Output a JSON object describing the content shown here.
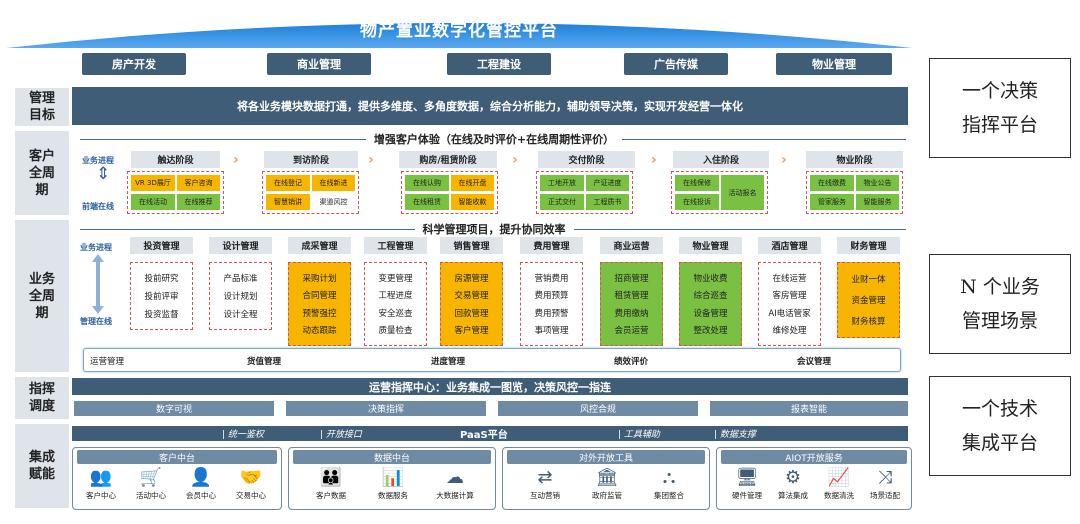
{
  "title": "物产置业数字化管控平台",
  "modules": [
    "房产开发",
    "商业管理",
    "工程建设",
    "广告传媒",
    "物业管理"
  ],
  "left_labels": [
    "管理\n目标",
    "客户\n全周\n期",
    "业务\n全周\n期",
    "指挥\n调度",
    "集成\n赋能"
  ],
  "goal_text": "将各业务模块数据打通，提供多维度、多角度数据，综合分析能力，辅助领导决策，实现开发经营一体化",
  "customer": {
    "heading": "增强客户体验（在线及时评价+在线周期性评价）",
    "tag_top": "业务进程",
    "tag_bottom": "前端在线",
    "stages": [
      {
        "name": "触达阶段",
        "cells": [
          "VR 3D展厅",
          "客户咨询",
          "在线活动",
          "在线推荐"
        ]
      },
      {
        "name": "到访阶段",
        "cells": [
          "在线登记",
          "在线新进",
          "智慧销讲",
          "渠道风控"
        ]
      },
      {
        "name": "购房/租赁阶段",
        "cells": [
          "在线认购",
          "在线开盘",
          "在线租赁",
          "智能收款"
        ]
      },
      {
        "name": "交付阶段",
        "cells": [
          "工地开放",
          "产证进度",
          "正式交付",
          "工程质书"
        ]
      },
      {
        "name": "入住阶段",
        "cells": [
          "在线保修",
          "活动报名",
          "在线投诉"
        ]
      },
      {
        "name": "物业阶段",
        "cells": [
          "在线缴费",
          "物业公告",
          "管家服务",
          "智能服务"
        ]
      }
    ]
  },
  "business": {
    "heading": "科学管理项目，提升协同效率",
    "tag_top": "业务进程",
    "tag_bottom": "管理在线",
    "columns": [
      {
        "name": "投资管理",
        "items": [
          "投前研究",
          "投前评审",
          "投资监督"
        ]
      },
      {
        "name": "设计管理",
        "items": [
          "产品标准",
          "设计规划",
          "设计全程"
        ]
      },
      {
        "name": "成采管理",
        "items": [
          "采购计划",
          "合同管理",
          "预警强控",
          "动态跟踪"
        ]
      },
      {
        "name": "工程管理",
        "items": [
          "变更管理",
          "工程进度",
          "安全巡查",
          "质量检查"
        ]
      },
      {
        "name": "销售管理",
        "items": [
          "房源管理",
          "交易管理",
          "回款管理",
          "客户管理"
        ]
      },
      {
        "name": "费用管理",
        "items": [
          "营销费用",
          "费用预算",
          "费用预警",
          "事项管理"
        ]
      },
      {
        "name": "商业运营",
        "items": [
          "招商管理",
          "租赁管理",
          "费用缴纳",
          "会员运营"
        ]
      },
      {
        "name": "物业管理",
        "items": [
          "物业收费",
          "综合巡查",
          "设备管理",
          "整改处理"
        ]
      },
      {
        "name": "酒店管理",
        "items": [
          "在线运营",
          "客房管理",
          "AI电话管家",
          "维修处理"
        ]
      },
      {
        "name": "财务管理",
        "items": [
          "业财一体",
          "资金管理",
          "财务核算"
        ]
      }
    ],
    "ops_label": "运营管理",
    "ops_items": [
      "货值管理",
      "进度管理",
      "绩效评价",
      "会议管理"
    ]
  },
  "command": {
    "bar": "运营指挥中心：业务集成一图览，决策风控一指连",
    "subs": [
      "数字可视",
      "决策指挥",
      "风控合规",
      "报表智能"
    ]
  },
  "integration": {
    "paas": "PaaS平台",
    "paas_items": [
      "| 统一鉴权",
      "| 开放接口",
      "| 工具辅助",
      "| 数据支撑"
    ],
    "groups": [
      {
        "title": "客户中台",
        "items": [
          {
            "icon": "users-icon",
            "glyph": "👥",
            "label": "客户中心"
          },
          {
            "icon": "cart-icon",
            "glyph": "🛒",
            "label": "活动中心"
          },
          {
            "icon": "member-icon",
            "glyph": "👤",
            "label": "会员中心"
          },
          {
            "icon": "handshake-icon",
            "glyph": "🤝",
            "label": "交易中心"
          }
        ]
      },
      {
        "title": "数据中台",
        "items": [
          {
            "icon": "people-data-icon",
            "glyph": "👪",
            "label": "客户数据"
          },
          {
            "icon": "chart-icon",
            "glyph": "📊",
            "label": "数据服务"
          },
          {
            "icon": "cloud-icon",
            "glyph": "☁",
            "label": "大数据计算"
          }
        ]
      },
      {
        "title": "对外开放工具",
        "items": [
          {
            "icon": "exchange-icon",
            "glyph": "⇄",
            "label": "互动营销"
          },
          {
            "icon": "gov-icon",
            "glyph": "🏛",
            "label": "政府监管"
          },
          {
            "icon": "org-icon",
            "glyph": "⛬",
            "label": "集团整合"
          }
        ]
      },
      {
        "title": "AIOT开放服务",
        "items": [
          {
            "icon": "monitor-icon",
            "glyph": "🖥",
            "label": "硬件管理"
          },
          {
            "icon": "algo-icon",
            "glyph": "⚙",
            "label": "算法集成"
          },
          {
            "icon": "clean-icon",
            "glyph": "📈",
            "label": "数据清洗"
          },
          {
            "icon": "shuffle-icon",
            "glyph": "⤨",
            "label": "场景适配"
          }
        ]
      }
    ]
  },
  "right_boxes": [
    {
      "line1": "一个决策",
      "line2": "指挥平台"
    },
    {
      "line1": "N 个业务",
      "line2": "管理场景"
    },
    {
      "line1": "一个技术",
      "line2": "集成平台"
    }
  ]
}
